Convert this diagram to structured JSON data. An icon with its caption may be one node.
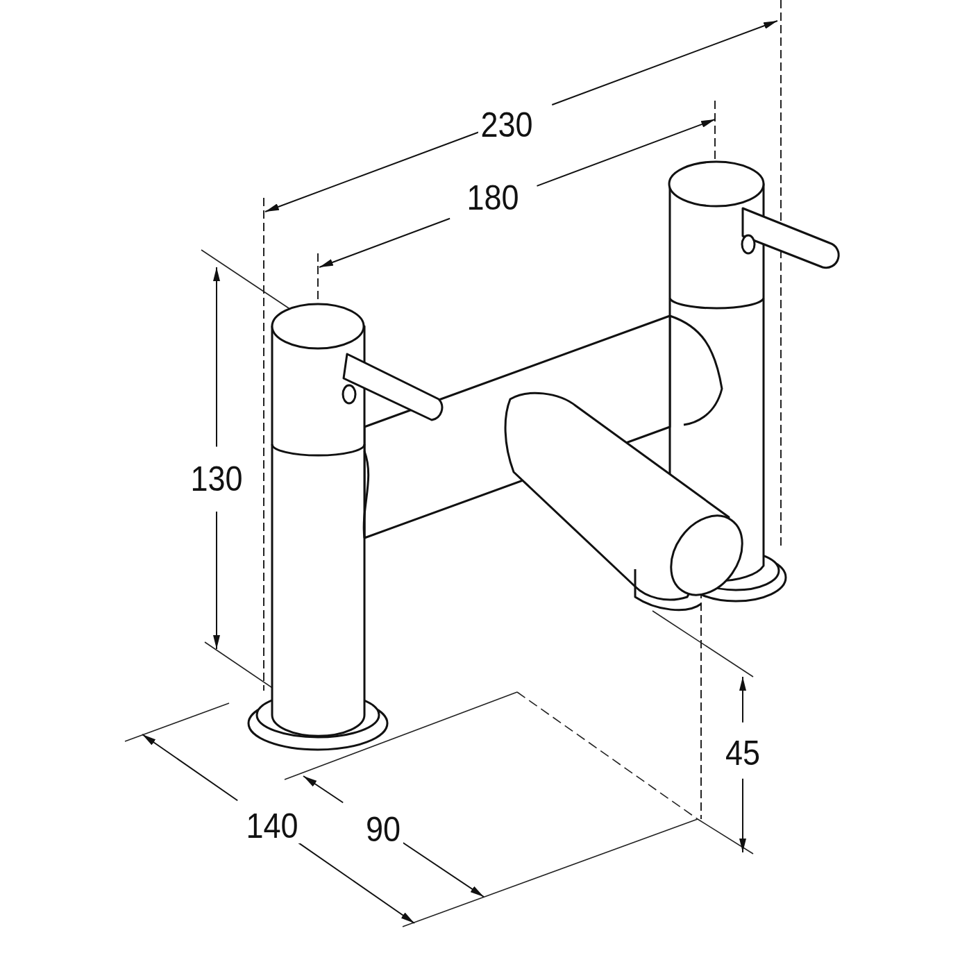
{
  "diagram": {
    "labels": [
      "230",
      "180",
      "130",
      "140",
      "90",
      "45"
    ]
  }
}
